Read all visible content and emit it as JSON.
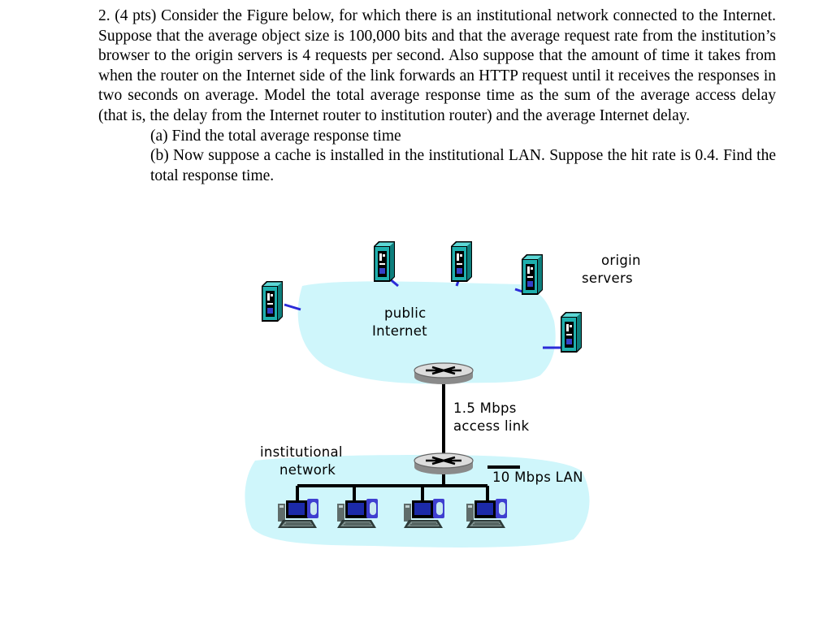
{
  "question": {
    "intro": "2. (4 pts) Consider the Figure below, for which there is an institutional network connected to the Internet. Suppose that the average object size is 100,000 bits and that the average request rate from the institution’s browser to the origin servers is 4 requests per second. Also suppose that the amount of time it takes from when the router on the Internet side of the link forwards an HTTP request until it receives the responses in two seconds on average. Model the total average response time as the sum of the average access delay (that is, the delay from the Internet router to institution router) and the average Internet delay.",
    "part_a": "(a) Find the total average response time",
    "part_b": "(b) Now suppose a cache is installed in the institutional LAN. Suppose the hit rate is 0.4. Find the total response time."
  },
  "figure": {
    "origin_servers_line1": "origin",
    "origin_servers_line2": "servers",
    "public_internet_line1": "public",
    "public_internet_line2": "Internet",
    "access_link_line1": "1.5 Mbps",
    "access_link_line2": "access link",
    "institutional_line1": "institutional",
    "institutional_line2": "network",
    "lan_label": "10 Mbps LAN",
    "colors": {
      "cloud": "#cff6fb",
      "server_body": "#1fb0ae",
      "link": "#2b2bd8",
      "router": "#d8d8d8"
    }
  }
}
